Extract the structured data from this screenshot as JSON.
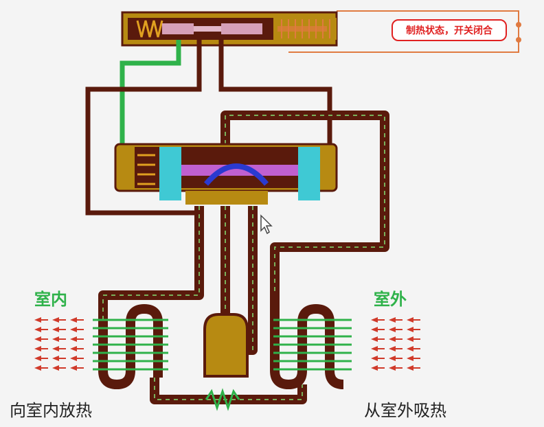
{
  "status_note": "制热状态，开关闭合",
  "labels": {
    "indoor": "室内",
    "outdoor": "室外",
    "indoor_caption": "向室内放热",
    "outdoor_caption": "从室外吸热"
  },
  "colors": {
    "pipe": "#5a1a0c",
    "pipe_inner": "#3a6b2a",
    "valve_body": "#b78a12",
    "coil_green": "#2fb24a",
    "spring": "#e0a020",
    "solenoid": "#e07a40",
    "slider": "#d6a0b8",
    "piston": "#3fc9d4",
    "arrow_red": "#d03a2a"
  }
}
